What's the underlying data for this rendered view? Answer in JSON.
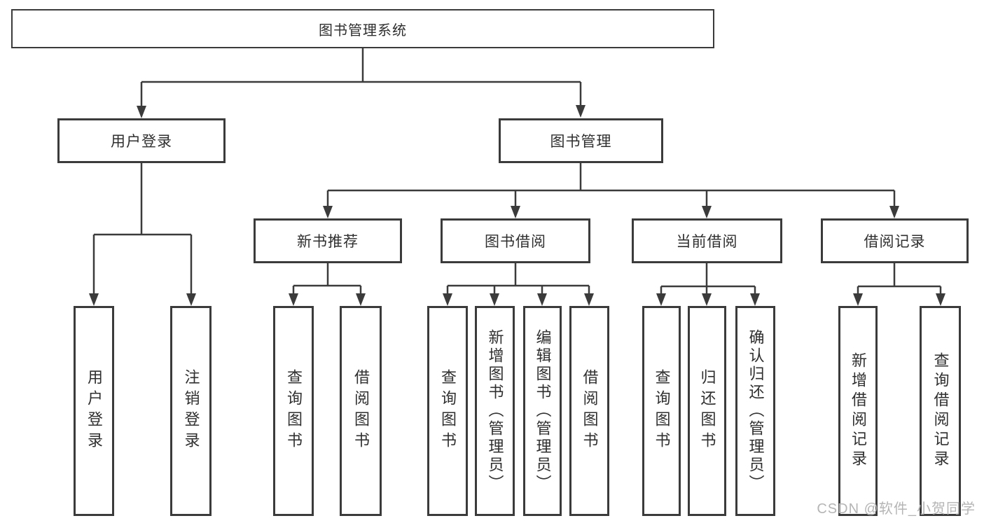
{
  "diagram_title": "图书管理系统",
  "colors": {
    "line": "#3b3b3b",
    "box_border": "#3b3b3b",
    "text": "#2f2f2f",
    "background": "#ffffff",
    "watermark": "#b5b5b5"
  },
  "tree": {
    "root": {
      "label": "图书管理系统",
      "children": [
        {
          "label": "用户登录",
          "children": [
            {
              "label": "用户登录"
            },
            {
              "label": "注销登录"
            }
          ]
        },
        {
          "label": "图书管理",
          "children": [
            {
              "label": "新书推荐",
              "children": [
                {
                  "label": "查询图书"
                },
                {
                  "label": "借阅图书"
                }
              ]
            },
            {
              "label": "图书借阅",
              "children": [
                {
                  "label": "查询图书"
                },
                {
                  "label": "新增图书（管理员）"
                },
                {
                  "label": "编辑图书（管理员）"
                },
                {
                  "label": "借阅图书"
                }
              ]
            },
            {
              "label": "当前借阅",
              "children": [
                {
                  "label": "查询图书"
                },
                {
                  "label": "归还图书"
                },
                {
                  "label": "确认归还（管理员）"
                }
              ]
            },
            {
              "label": "借阅记录",
              "children": [
                {
                  "label": "新增借阅记录"
                },
                {
                  "label": "查询借阅记录"
                }
              ]
            }
          ]
        }
      ]
    }
  },
  "watermark": {
    "text": "CSDN @软件_小贺同学"
  }
}
